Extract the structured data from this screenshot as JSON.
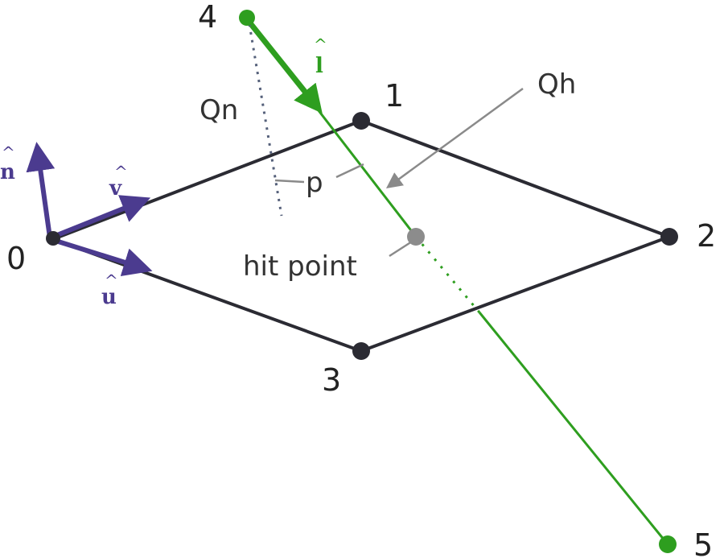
{
  "colors": {
    "quad": "#2b2b33",
    "ray": "#2e9e1f",
    "basis": "#4b3b8f",
    "gray": "#8a8a8a",
    "text": "#222222"
  },
  "vertices": {
    "v0": "0",
    "v1": "1",
    "v2": "2",
    "v3": "3",
    "v4": "4",
    "v5": "5"
  },
  "labels": {
    "qn": "Qn",
    "qh": "Qh",
    "p": "p",
    "hit_point": "hit point"
  },
  "vectors": {
    "n": "n",
    "v": "v",
    "u": "u",
    "l": "l",
    "hat": "^"
  }
}
